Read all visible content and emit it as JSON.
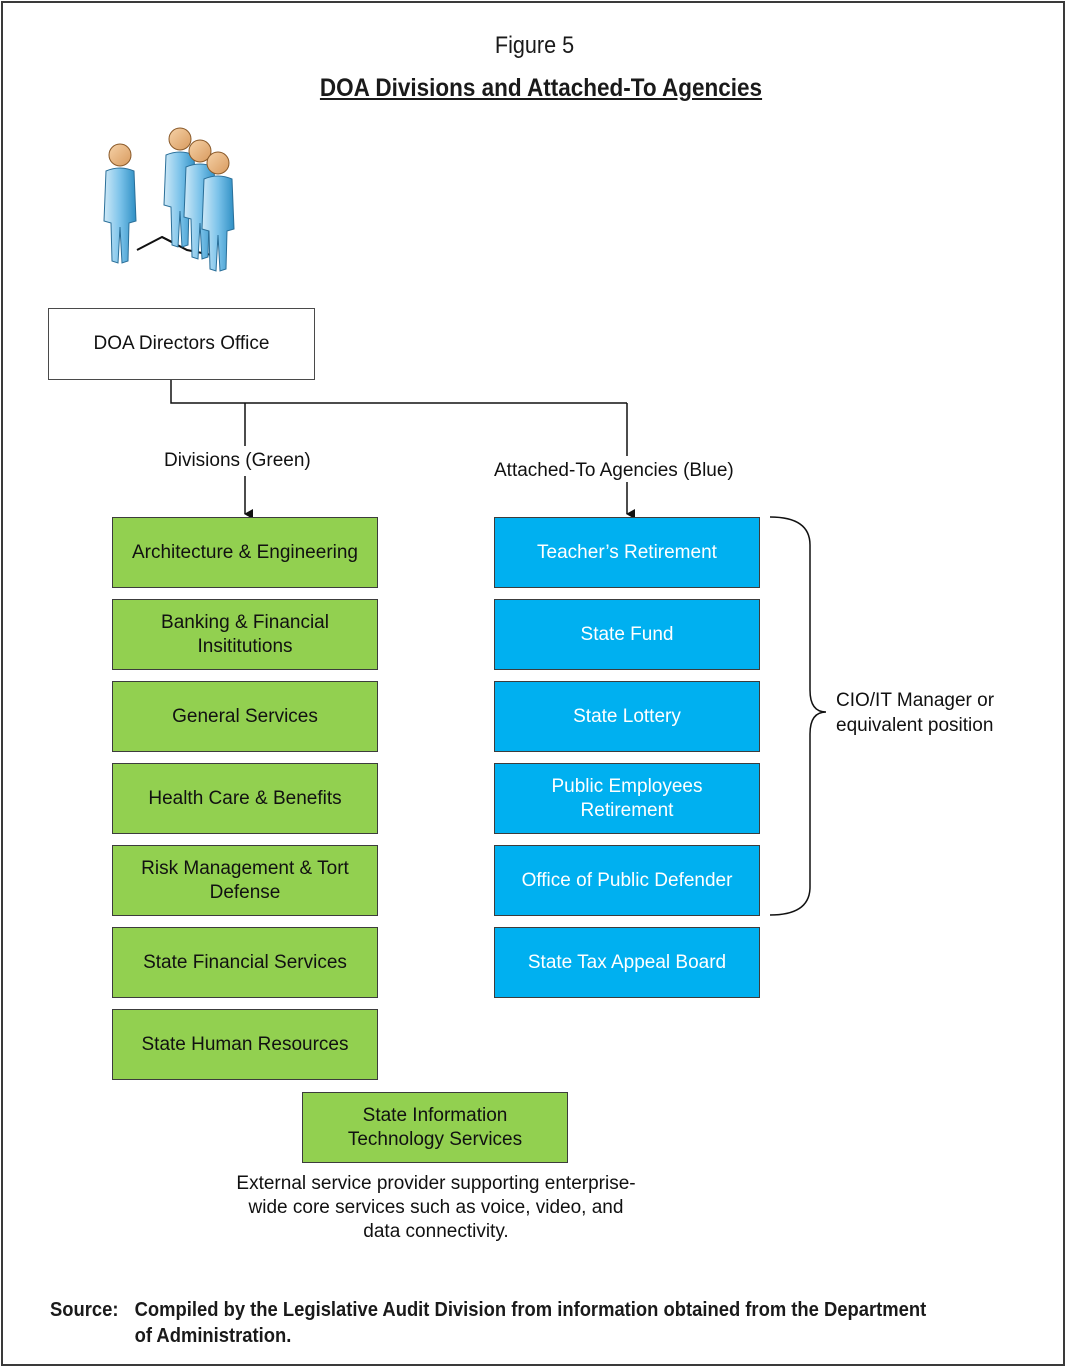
{
  "figure": {
    "label": "Figure 5",
    "title": "DOA Divisions and Attached-To Agencies"
  },
  "director_box": "DOA Directors Office",
  "divisions": {
    "label": "Divisions (Green)",
    "color": "#92d050",
    "items": [
      "Architecture & Engineering",
      "Banking & Financial Insititutions",
      "General Services",
      "Health Care & Benefits",
      "Risk Management & Tort Defense",
      "State Financial Services",
      "State Human Resources"
    ]
  },
  "agencies": {
    "label": "Attached-To Agencies (Blue)",
    "color": "#00b0f0",
    "items": [
      "Teacher’s Retirement",
      "State Fund",
      "State Lottery",
      "Public Employees Retirement",
      "Office of Public Defender",
      "State Tax Appeal Board"
    ]
  },
  "bracket_note": "CIO/IT Manager or equivalent position",
  "it_services": {
    "label": "State Information Technology Services",
    "note": "External service provider supporting enterprise-wide core services such as voice, video, and data connectivity."
  },
  "source": {
    "label": "Source:",
    "text": "Compiled by the Legislative Audit Division from information obtained from the Department of Administration."
  },
  "icons": {
    "people": "org-chart-people-icon"
  }
}
